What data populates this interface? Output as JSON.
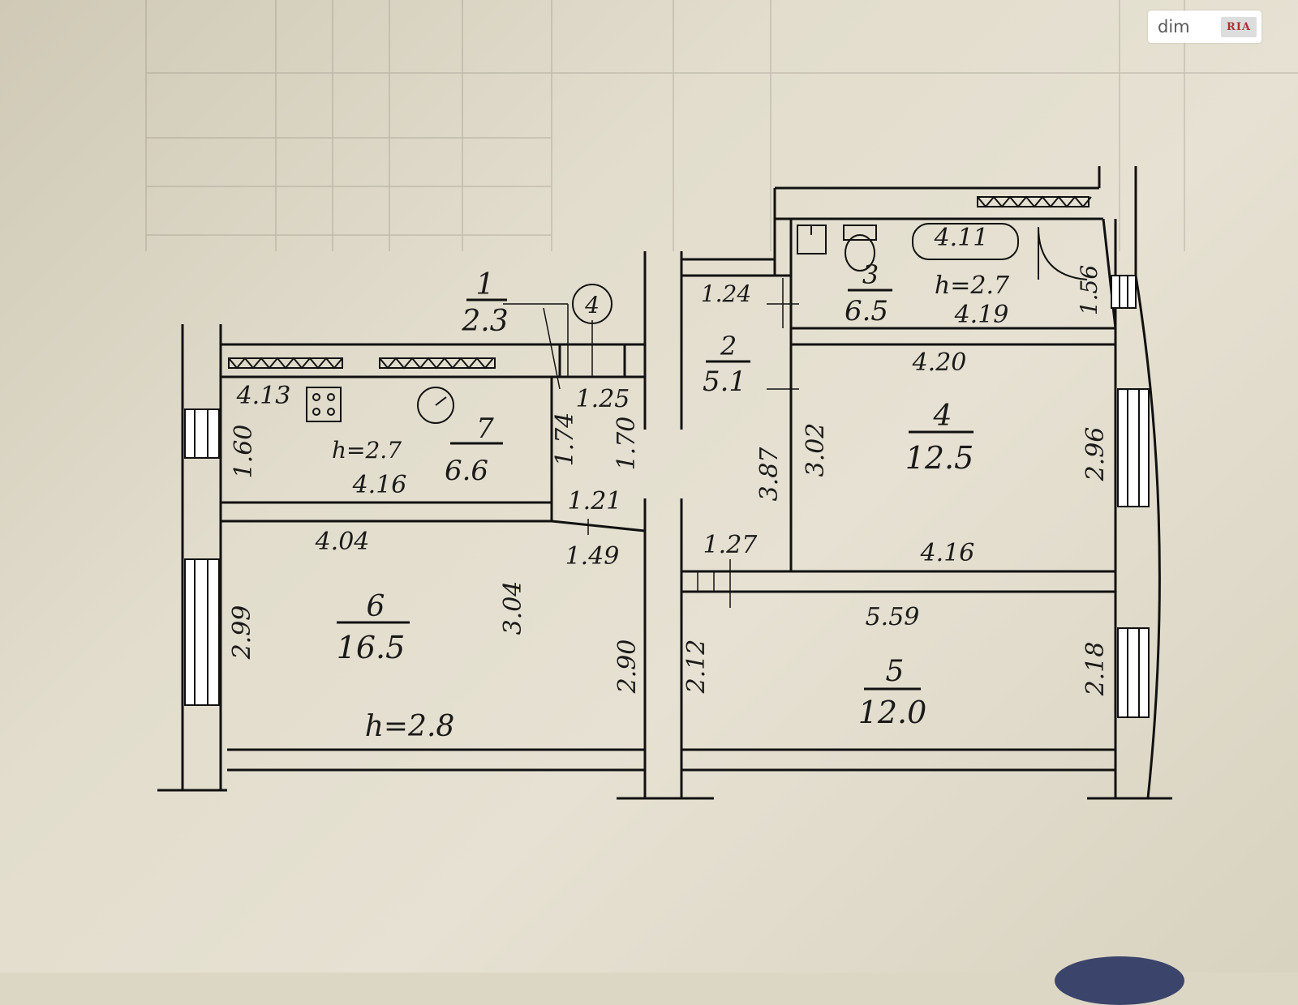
{
  "watermark": {
    "brand": "dim",
    "badge": "RIA"
  },
  "rooms": [
    {
      "id": "1",
      "area": "2.3"
    },
    {
      "id": "2",
      "area": "5.1"
    },
    {
      "id": "3",
      "area": "6.5",
      "height": "h=2.7"
    },
    {
      "id": "4",
      "area": "12.5"
    },
    {
      "id": "5",
      "area": "12.0"
    },
    {
      "id": "6",
      "area": "16.5",
      "height": "h=2.8"
    },
    {
      "id": "7",
      "area": "6.6",
      "height": "h=2.7"
    }
  ],
  "apartment_marker": "4",
  "dimensions": {
    "d413": "4.13",
    "d160": "1.60",
    "d416a": "4.16",
    "d125": "1.25",
    "d174": "1.74",
    "d170": "1.70",
    "d121": "1.21",
    "d404": "4.04",
    "d149": "1.49",
    "d299": "2.99",
    "d304": "3.04",
    "d290": "2.90",
    "d212": "2.12",
    "d124": "1.24",
    "d411": "4.11",
    "d419": "4.19",
    "d156": "1.56",
    "d420": "4.20",
    "d302": "3.02",
    "d387": "3.87",
    "d296": "2.96",
    "d127": "1.27",
    "d416b": "4.16",
    "d559": "5.59",
    "d218": "2.18"
  }
}
